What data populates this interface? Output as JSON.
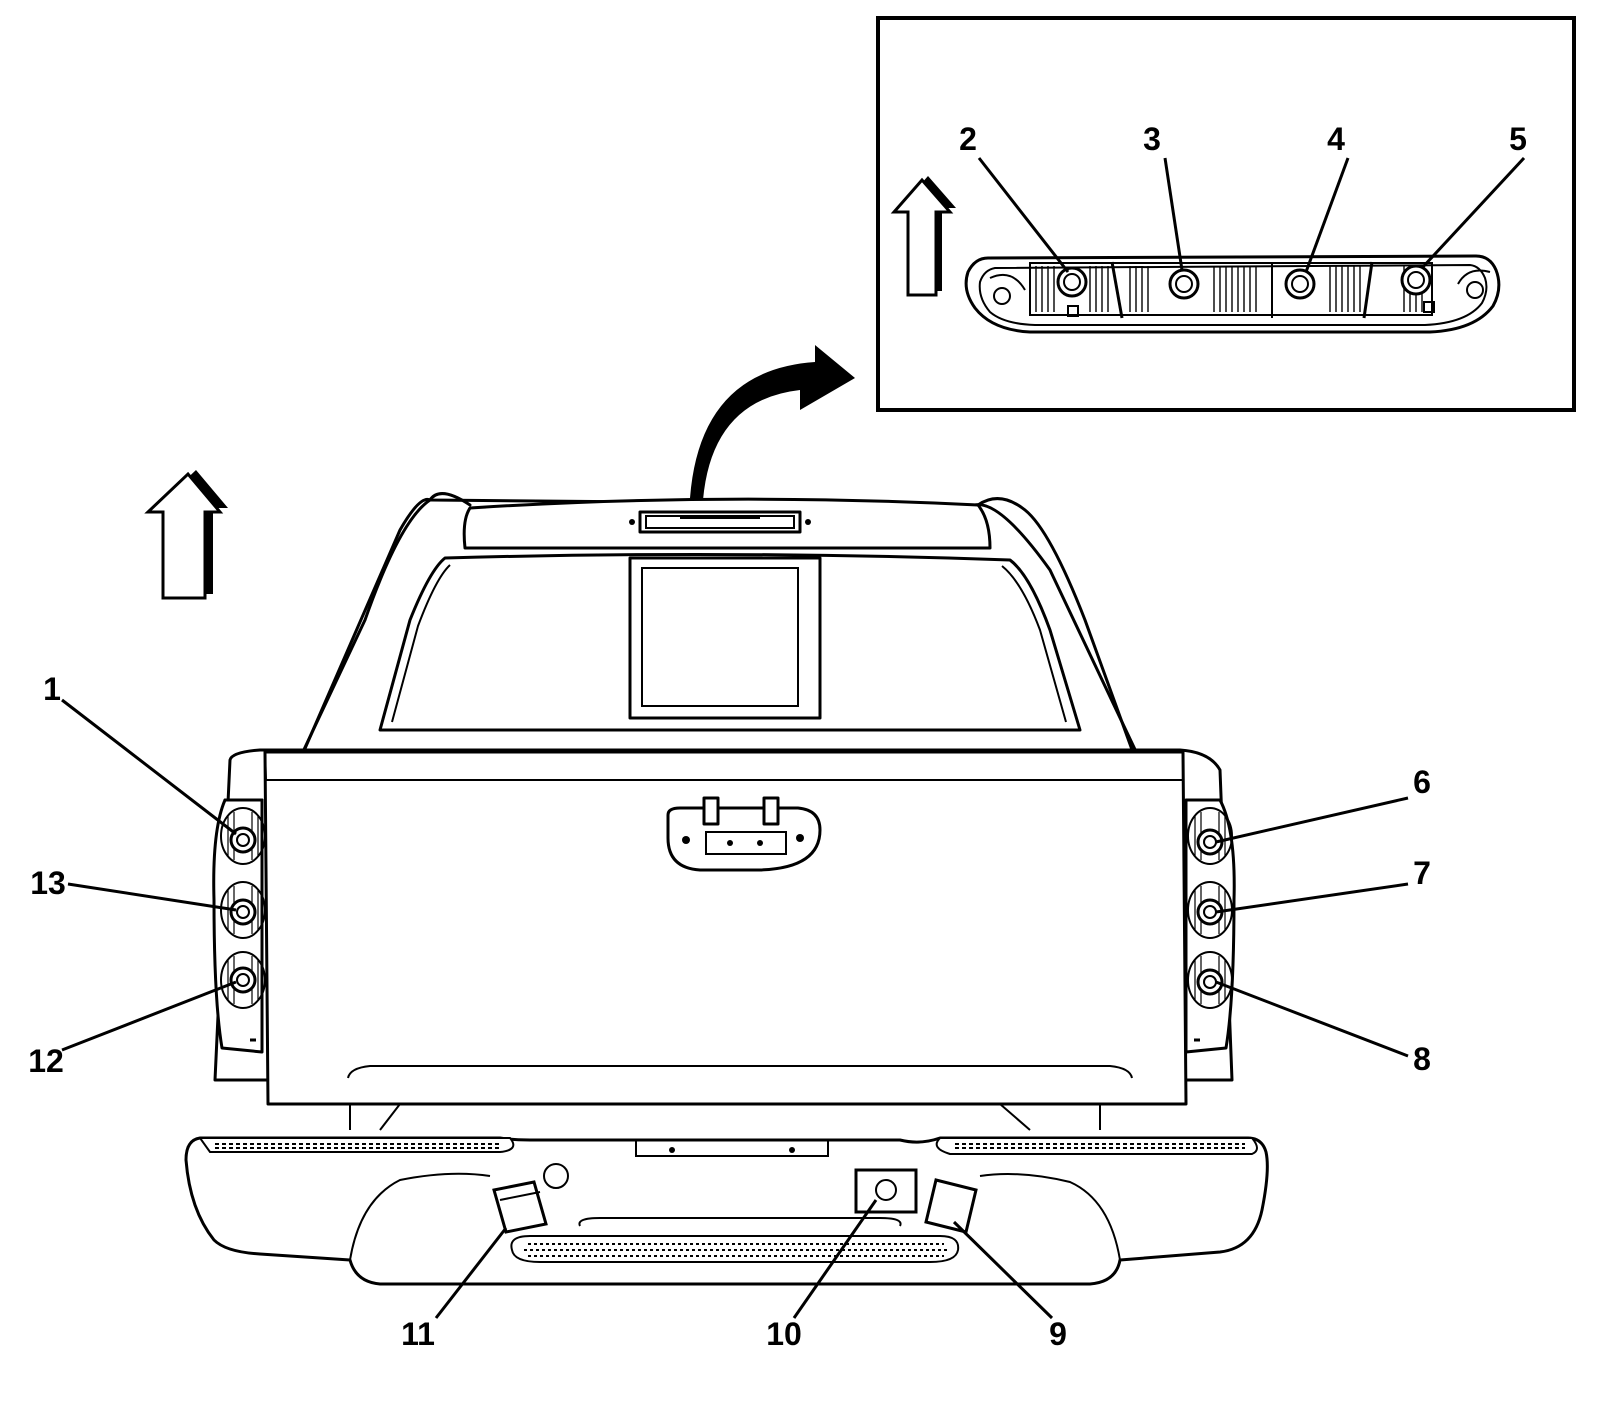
{
  "callouts": [
    {
      "id": "c1",
      "label": "1"
    },
    {
      "id": "c2",
      "label": "2"
    },
    {
      "id": "c3",
      "label": "3"
    },
    {
      "id": "c4",
      "label": "4"
    },
    {
      "id": "c5",
      "label": "5"
    },
    {
      "id": "c6",
      "label": "6"
    },
    {
      "id": "c7",
      "label": "7"
    },
    {
      "id": "c8",
      "label": "8"
    },
    {
      "id": "c9",
      "label": "9"
    },
    {
      "id": "c10",
      "label": "10"
    },
    {
      "id": "c11",
      "label": "11"
    },
    {
      "id": "c12",
      "label": "12"
    },
    {
      "id": "c13",
      "label": "13"
    }
  ],
  "icons": {
    "main_direction": "up-arrow-icon",
    "inset_direction": "up-arrow-icon",
    "detail_pointer": "curved-arrow-icon"
  },
  "colors": {
    "line": "#000000",
    "background": "#ffffff"
  }
}
